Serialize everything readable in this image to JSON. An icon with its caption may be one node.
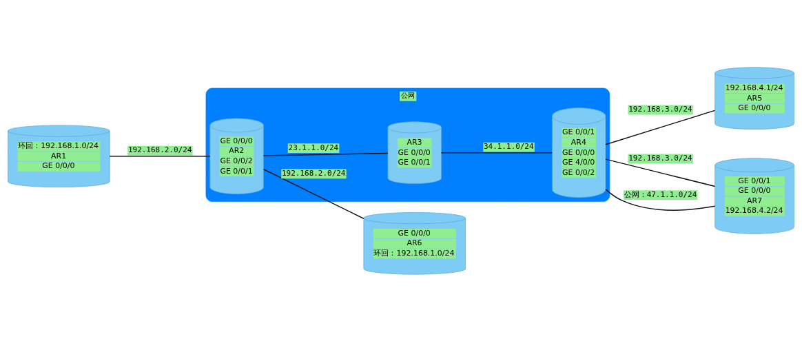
{
  "diagram": {
    "nodes": [
      {
        "text": [
          "公网"
        ]
      },
      {
        "text": [
          "环回：192.168.1.0/24",
          "AR1",
          "GE 0/0/0"
        ]
      },
      {
        "text": [
          "GE 0/0/0",
          "AR2",
          "GE 0/0/2",
          "GE 0/0/1"
        ],
        "in": 0
      },
      {
        "text": [
          "AR3",
          "GE 0/0/0",
          "GE 0/0/1"
        ],
        "in": 0
      },
      {
        "text": [
          "GE 0/0/1",
          "AR4",
          "GE 0/0/0",
          "GE 4/0/0",
          "GE 0/0/2"
        ],
        "in": 0
      },
      {
        "text": [
          "192.168.4.1/24",
          "AR5",
          "GE 0/0/0"
        ]
      },
      {
        "text": [
          "GE 0/0/0",
          "AR6",
          "环回：192.168.1.0/24"
        ]
      },
      {
        "text": [
          "GE 0/0/1",
          "GE 0/0/0",
          "AR7",
          "192.168.4.2/24"
        ]
      }
    ],
    "edges": [
      {
        "from": 1,
        "to": 2,
        "arrow": "none",
        "label": "192.168.2.0/24"
      },
      {
        "from": 2,
        "to": 3,
        "arrow": "none",
        "label": "23.1.1.0/24"
      },
      {
        "from": 3,
        "to": 4,
        "arrow": "none",
        "label": "34.1.1.0/24"
      },
      {
        "from": 4,
        "to": 5,
        "arrow": "none",
        "label": "192.168.3.0/24"
      },
      {
        "from": 2,
        "to": 6,
        "arrow": "none",
        "label": "192.168.2.0/24"
      },
      {
        "from": 4,
        "to": 7,
        "arrow": "none",
        "label": "192.168.3.0/24"
      },
      {
        "from": 4,
        "to": 7,
        "arrow": "none",
        "label": "公网：47.1.1.0/24"
      }
    ]
  }
}
